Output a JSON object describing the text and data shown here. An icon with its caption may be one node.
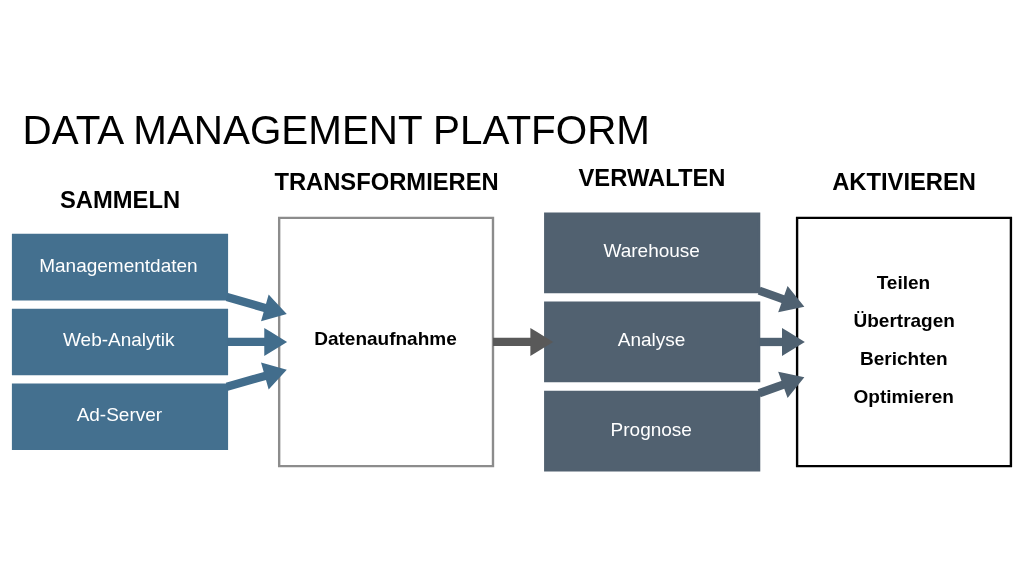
{
  "diagram": {
    "title": "DATA MANAGEMENT PLATFORM",
    "nodes": [
      {
        "text": [
          "Managementdaten"
        ]
      },
      {
        "text": [
          "Web-Analytik"
        ]
      },
      {
        "text": [
          "Ad-Server"
        ]
      },
      {
        "text": [
          "Datenaufnahme"
        ]
      },
      {
        "text": [
          "Warehouse"
        ]
      },
      {
        "text": [
          "Analyse"
        ]
      },
      {
        "text": [
          "Prognose"
        ]
      },
      {
        "text": [
          "Teilen",
          "Übertragen",
          "Berichten",
          "Optimieren"
        ]
      }
    ],
    "edges": [
      {
        "from": 0,
        "to": 3,
        "arrow": "to",
        "color": "#426d8c"
      },
      {
        "from": 1,
        "to": 3,
        "arrow": "to",
        "color": "#426d8c"
      },
      {
        "from": 2,
        "to": 3,
        "arrow": "to",
        "color": "#426d8c"
      },
      {
        "from": 3,
        "to": 5,
        "arrow": "to",
        "color": "#595959"
      },
      {
        "from": 4,
        "to": 7,
        "arrow": "to",
        "color": "#4f6171"
      },
      {
        "from": 5,
        "to": 7,
        "arrow": "to",
        "color": "#4f6171"
      },
      {
        "from": 6,
        "to": 7,
        "arrow": "to",
        "color": "#4f6171"
      }
    ],
    "labels": [
      "SAMMELN",
      "TRANSFORMIEREN",
      "VERWALTEN",
      "AKTIVIEREN"
    ]
  }
}
